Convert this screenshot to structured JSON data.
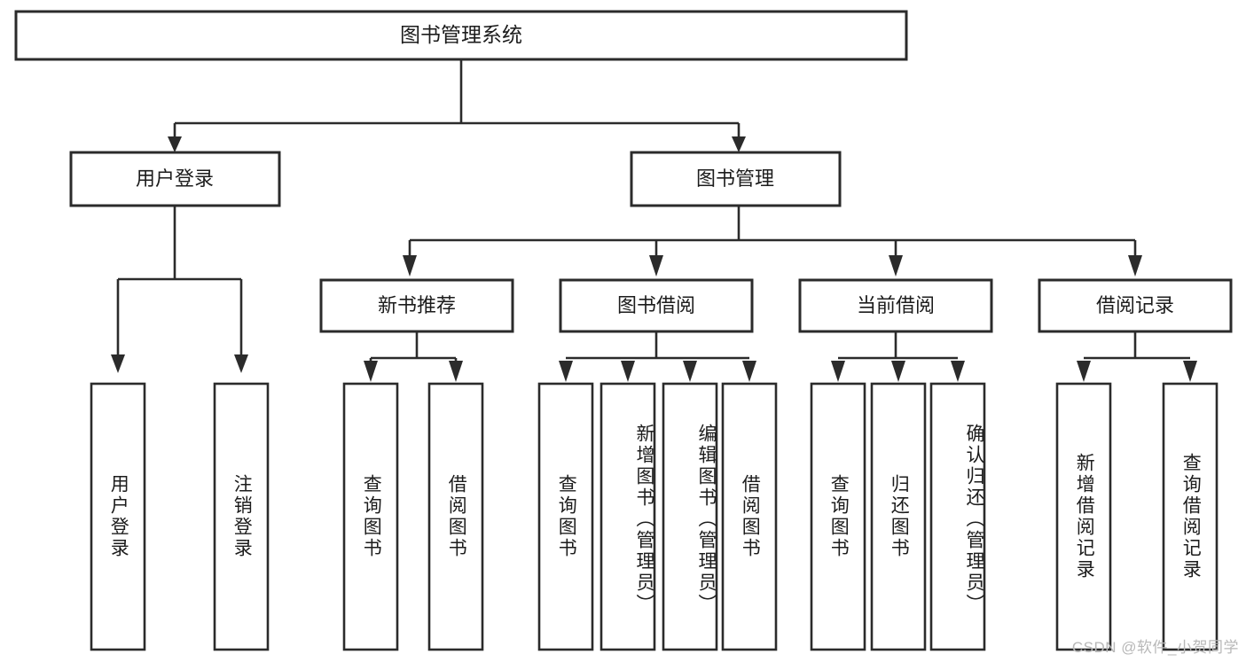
{
  "diagram": {
    "title": "图书管理系统",
    "type": "tree-hierarchy",
    "watermark": "CSDN @软件_小贺同学",
    "colors": {
      "stroke": "#2b2b2b",
      "fill": "#ffffff",
      "text": "#1c1c1c",
      "watermark": "#b8b8b8"
    },
    "root": {
      "label": "图书管理系统"
    },
    "level1": [
      {
        "id": "user-login",
        "label": "用户登录"
      },
      {
        "id": "book-manage",
        "label": "图书管理"
      }
    ],
    "level2": [
      {
        "id": "new-book-recommend",
        "label": "新书推荐",
        "parent": "book-manage"
      },
      {
        "id": "book-borrow",
        "label": "图书借阅",
        "parent": "book-manage"
      },
      {
        "id": "current-borrow",
        "label": "当前借阅",
        "parent": "book-manage"
      },
      {
        "id": "borrow-record",
        "label": "借阅记录",
        "parent": "book-manage"
      }
    ],
    "leaves": {
      "user-login": [
        {
          "id": "leaf-user-login",
          "label": "用户登录"
        },
        {
          "id": "leaf-logout",
          "label": "注销登录"
        }
      ],
      "new-book-recommend": [
        {
          "id": "leaf-query-book-1",
          "label": "查询图书"
        },
        {
          "id": "leaf-borrow-book-1",
          "label": "借阅图书"
        }
      ],
      "book-borrow": [
        {
          "id": "leaf-query-book-2",
          "label": "查询图书"
        },
        {
          "id": "leaf-add-book",
          "label": "新增图书（管理员）"
        },
        {
          "id": "leaf-edit-book",
          "label": "编辑图书（管理员）"
        },
        {
          "id": "leaf-borrow-book-2",
          "label": "借阅图书"
        }
      ],
      "current-borrow": [
        {
          "id": "leaf-query-book-3",
          "label": "查询图书"
        },
        {
          "id": "leaf-return-book",
          "label": "归还图书"
        },
        {
          "id": "leaf-confirm-return",
          "label": "确认归还（管理员）"
        }
      ],
      "borrow-record": [
        {
          "id": "leaf-add-record",
          "label": "新增借阅记录"
        },
        {
          "id": "leaf-query-record",
          "label": "查询借阅记录"
        }
      ]
    }
  }
}
